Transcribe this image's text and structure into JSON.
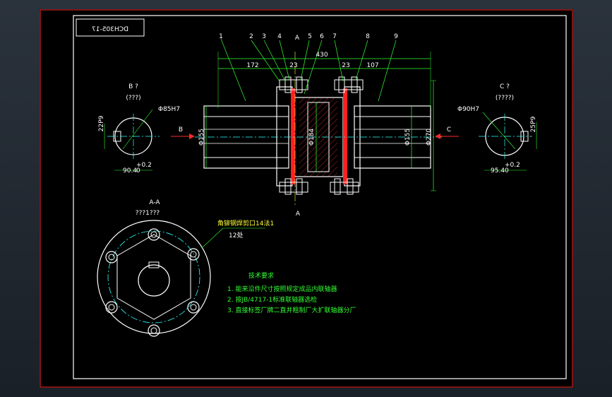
{
  "title_block": {
    "code": "DCH305-17"
  },
  "part_numbers": [
    "1",
    "2",
    "3",
    "4",
    "A",
    "5",
    "6",
    "7",
    "8",
    "9"
  ],
  "section_marks": {
    "top": "A",
    "bottom": "A"
  },
  "dimensions": {
    "overall_length": "430",
    "left_hub_length": "172",
    "gap_left": "23",
    "gap_right": "23",
    "right_hub_length": "107",
    "left_shaft_dia": "Φ155",
    "center_dia": "Φ184",
    "right_shaft_dia": "Φ155",
    "outer_dia": "Φ270"
  },
  "view_arrows": {
    "left": "B",
    "right": "C"
  },
  "view_b": {
    "title": "B ?",
    "subtitle": "(???)",
    "bore_fit": "Φ85H7",
    "keyway_width": "22P9",
    "keyway_depth": "90.4",
    "keyway_tol": "+0.2",
    "keyway_tol_low": "0"
  },
  "view_c": {
    "title": "C ?",
    "subtitle": "(????)",
    "bore_fit": "Φ90H7",
    "keyway_width": "25P9",
    "keyway_depth": "95.4",
    "keyway_tol": "+0.2",
    "keyway_tol_low": "0"
  },
  "section_aa": {
    "title": "A-A",
    "subtitle": "???1???",
    "callout_line1": "角铆钢焊剪口14法1",
    "callout_line2": "12处"
  },
  "tech_requirements": {
    "heading": "技术要求",
    "items": [
      "1. 能来沿件尺寸按照规定成品内联轴器",
      "2. 按JB/4717-1标准联轴器选检",
      "3. 直接标签厂牌二直并粗制厂大扩联轴器分厂"
    ]
  },
  "colors": {
    "outline": "#ffffff",
    "frame": "#ff2a2a",
    "dimension": "#33ff33",
    "centerline": "#33ffff",
    "text_yellow": "#ffff33"
  }
}
